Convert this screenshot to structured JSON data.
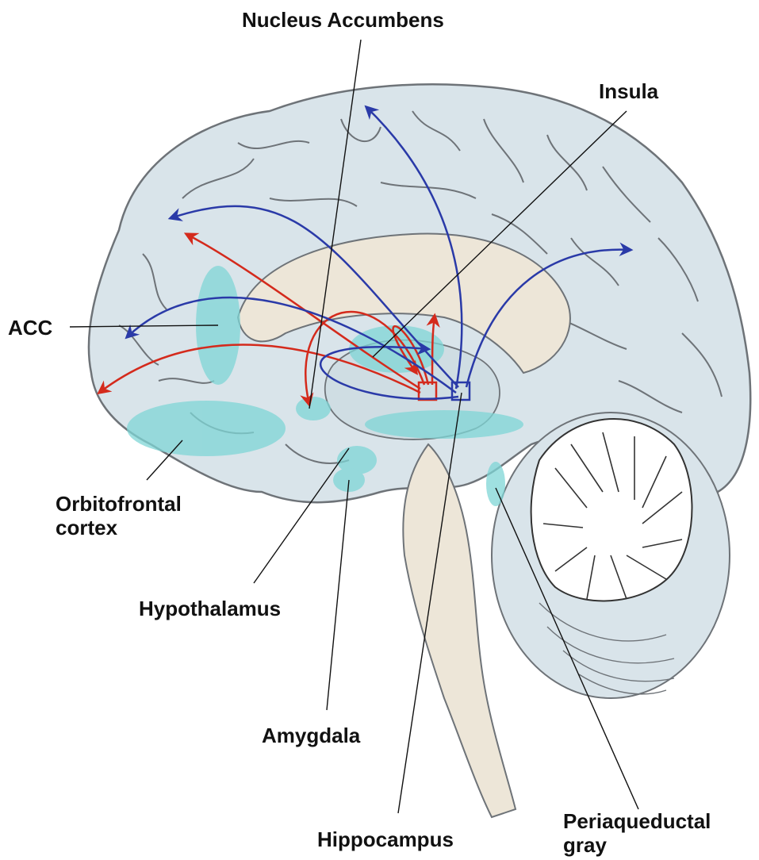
{
  "labels": {
    "nucleus_accumbens": "Nucleus Accumbens",
    "insula": "Insula",
    "acc": "ACC",
    "orbitofrontal_line1": "Orbitofrontal",
    "orbitofrontal_line2": "cortex",
    "hypothalamus": "Hypothalamus",
    "amygdala": "Amygdala",
    "hippocampus": "Hippocampus",
    "periaqueductal_line1": "Periaqueductal",
    "periaqueductal_line2": "gray"
  },
  "colors": {
    "brain_fill": "#d9e4ea",
    "brain_outline": "#6e7378",
    "inner_structure": "#ede6d8",
    "highlight_region": "#7fd6d6",
    "cerebellum_fill": "#ffffff",
    "red_pathway": "#d42a1c",
    "blue_pathway": "#2a3aa8",
    "leader_line": "#111111"
  }
}
